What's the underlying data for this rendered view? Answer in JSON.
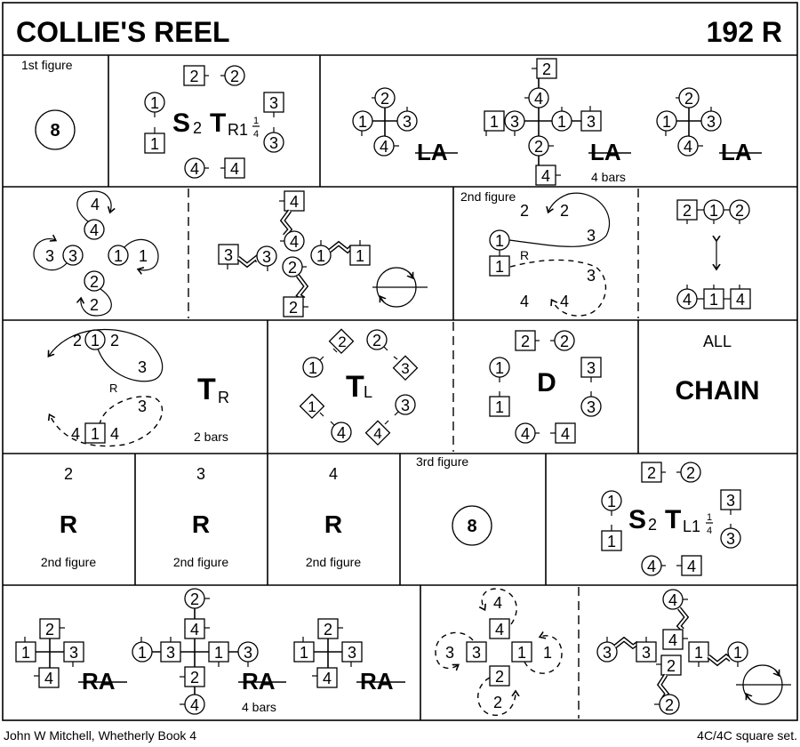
{
  "header": {
    "title": "COLLIE'S REEL",
    "code": "192 R"
  },
  "footer": {
    "credit": "John W Mitchell, Whetherly Book 4",
    "set_type": "4C/4C  square set."
  },
  "row1": {
    "figure_label": "1st figure",
    "bars": "8",
    "setting": {
      "s": "S",
      "s_sub": "2",
      "t": "T",
      "t_sub": "R1",
      "frac_num": "1",
      "frac_den": "4"
    },
    "allemande": {
      "label": "LA",
      "bars_note": "4 bars"
    },
    "dancers": {
      "c1": "1",
      "c2": "2",
      "c3": "3",
      "c4": "4"
    }
  },
  "row2": {
    "figure_label": "2nd figure",
    "reel_label": "R",
    "numbers": {
      "n1": "1",
      "n2": "2",
      "n3": "3",
      "n4": "4"
    }
  },
  "row3": {
    "turn_right": {
      "t": "T",
      "sub": "R",
      "bars_note": "2 bars"
    },
    "turn_left": {
      "t": "T",
      "sub": "L"
    },
    "dance": "D",
    "chain_prefix": "ALL",
    "chain": "CHAIN",
    "reel_label": "R"
  },
  "row4": {
    "reels": [
      {
        "couple": "2",
        "label": "R",
        "note": "2nd figure"
      },
      {
        "couple": "3",
        "label": "R",
        "note": "2nd figure"
      },
      {
        "couple": "4",
        "label": "R",
        "note": "2nd figure"
      }
    ],
    "figure_label": "3rd figure",
    "bars": "8",
    "setting": {
      "s": "S",
      "s_sub": "2",
      "t": "T",
      "t_sub": "L1",
      "frac_num": "1",
      "frac_den": "4"
    }
  },
  "row5": {
    "allemande": {
      "label": "RA",
      "bars_note": "4 bars"
    }
  }
}
